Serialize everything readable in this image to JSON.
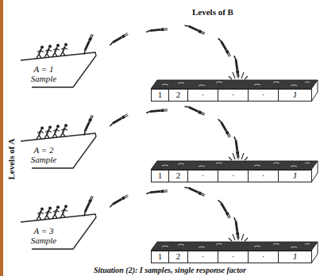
{
  "diagram": {
    "caption": "Situation (2): I samples, single response factor",
    "nodes": [
      {
        "text": [
          "A = 1 Sample"
        ]
      },
      {
        "text": [
          "1"
        ]
      },
      {
        "text": [
          "2"
        ]
      },
      {
        "text": [
          "·"
        ]
      },
      {
        "text": [
          "·"
        ]
      },
      {
        "text": [
          "·"
        ]
      },
      {
        "text": [
          "J"
        ]
      },
      {
        "text": [
          "A = 2 Sample"
        ]
      },
      {
        "text": [
          "1"
        ]
      },
      {
        "text": [
          "2"
        ]
      },
      {
        "text": [
          "·"
        ]
      },
      {
        "text": [
          "·"
        ]
      },
      {
        "text": [
          "·"
        ]
      },
      {
        "text": [
          "J"
        ]
      },
      {
        "text": [
          "A = 3 Sample"
        ]
      },
      {
        "text": [
          "1"
        ]
      },
      {
        "text": [
          "2"
        ]
      },
      {
        "text": [
          "·"
        ]
      },
      {
        "text": [
          "·"
        ]
      },
      {
        "text": [
          "·"
        ]
      },
      {
        "text": [
          "J"
        ]
      }
    ],
    "labels": [
      "Levels of B",
      "Levels of A"
    ]
  }
}
